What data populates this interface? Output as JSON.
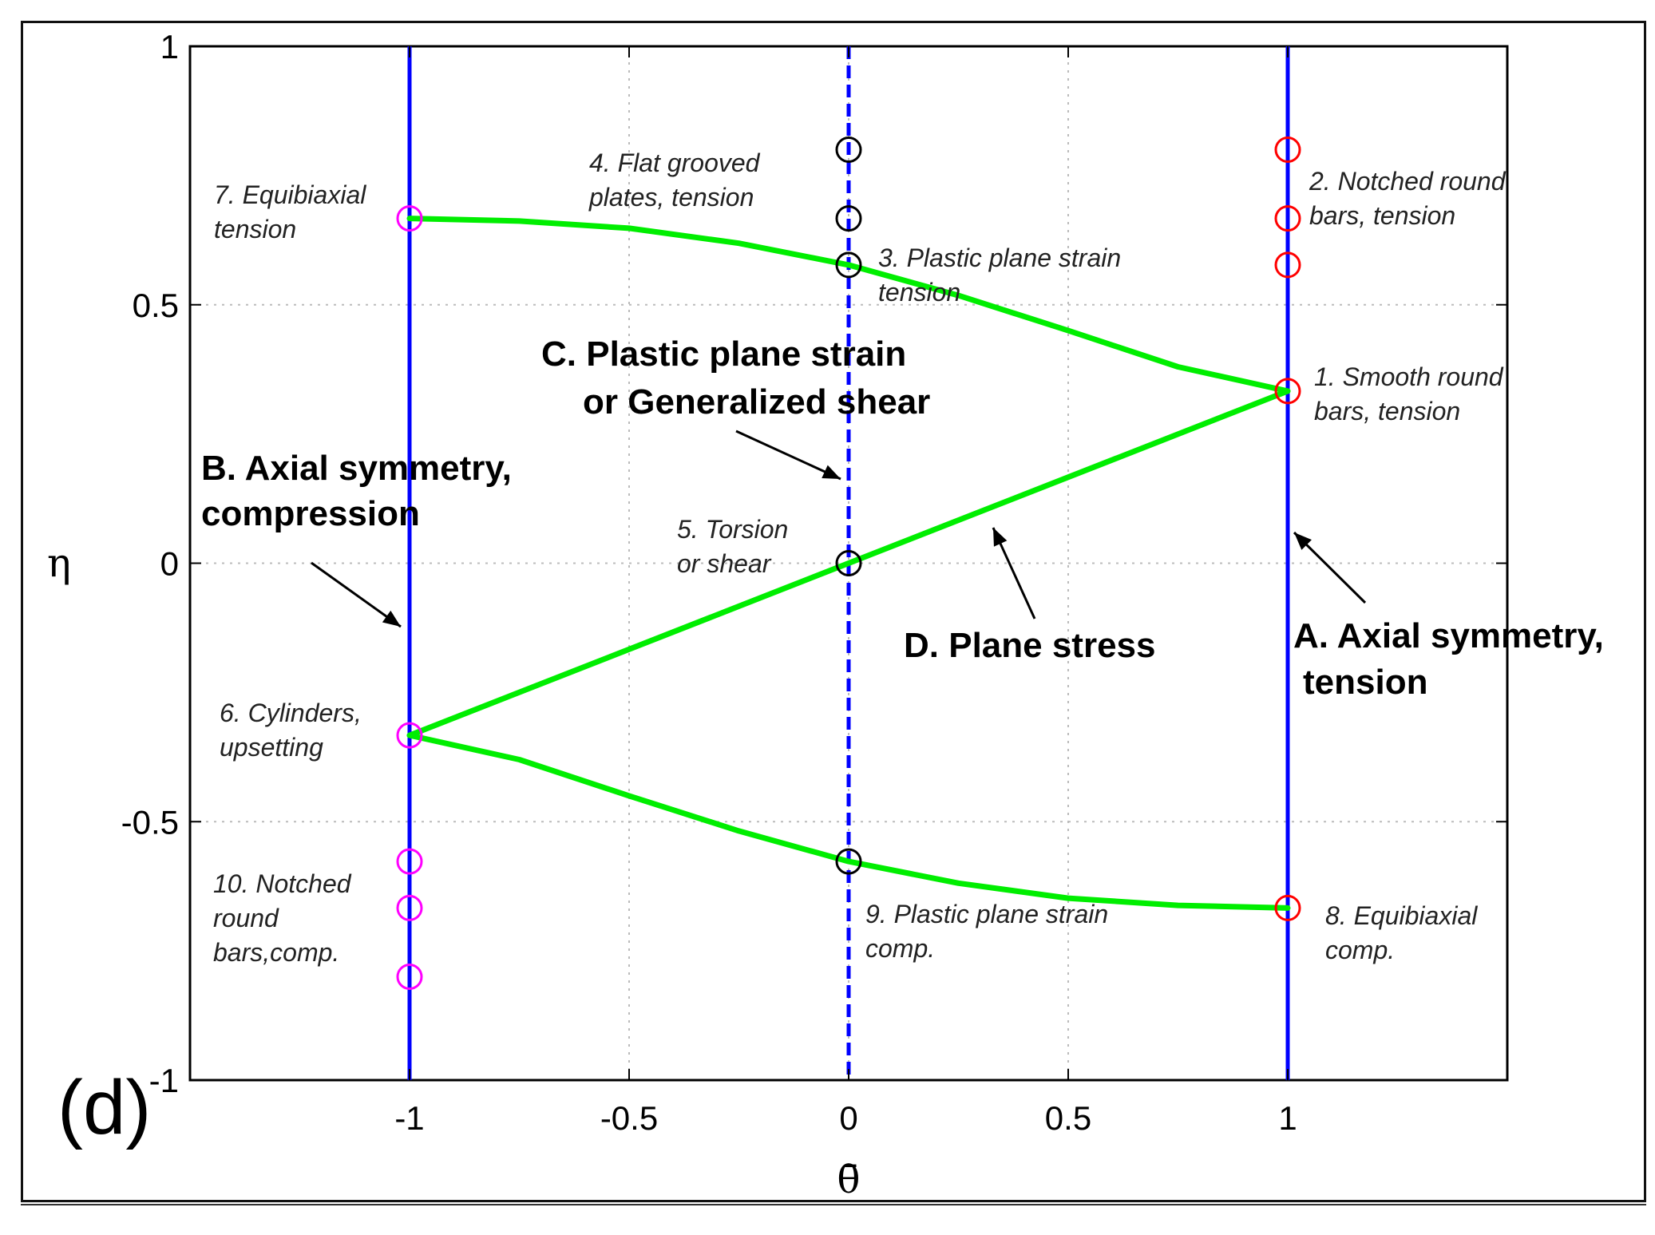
{
  "chart_data": {
    "type": "line",
    "panel_label": "(d)",
    "xlabel": "θ̄",
    "ylabel": "η",
    "xlim": [
      -1.5,
      1.5
    ],
    "ylim": [
      -1,
      1
    ],
    "x_ticks": [
      -1,
      -0.5,
      0,
      0.5,
      1
    ],
    "y_ticks": [
      1,
      0.5,
      0,
      -0.5,
      -1
    ],
    "x_tick_labels": [
      "-1",
      "-0.5",
      "0",
      "0.5",
      "1"
    ],
    "y_tick_labels": [
      "1",
      "0.5",
      "0",
      "-0.5",
      "-1"
    ],
    "grid": true,
    "colors": {
      "axial": "#0000ff",
      "plane_stress": "#00ee00",
      "red_marker": "#ff0000",
      "magenta_marker": "#ff00ff",
      "black_marker": "#000000"
    },
    "vertical_lines": [
      {
        "x": -1,
        "style": "solid",
        "color": "#0000ff"
      },
      {
        "x": 0,
        "style": "dashed",
        "color": "#0000ff"
      },
      {
        "x": 1,
        "style": "solid",
        "color": "#0000ff"
      }
    ],
    "plane_stress_curves": [
      {
        "x": [
          -1,
          -0.75,
          -0.5,
          -0.25,
          0,
          0.25,
          0.5,
          0.75,
          1
        ],
        "y": [
          0.667,
          0.662,
          0.648,
          0.619,
          0.577,
          0.518,
          0.45,
          0.38,
          0.333
        ]
      },
      {
        "x": [
          -1,
          1
        ],
        "y": [
          -0.333,
          0.333
        ]
      },
      {
        "x": [
          -1,
          -0.75,
          -0.5,
          -0.25,
          0,
          0.25,
          0.5,
          0.75,
          1
        ],
        "y": [
          -0.333,
          -0.38,
          -0.45,
          -0.518,
          -0.577,
          -0.619,
          -0.648,
          -0.662,
          -0.667
        ]
      }
    ],
    "markers": [
      {
        "x": 1,
        "y": 0.333,
        "color": "red"
      },
      {
        "x": 1,
        "y": 0.577,
        "color": "red"
      },
      {
        "x": 1,
        "y": 0.667,
        "color": "red"
      },
      {
        "x": 1,
        "y": 0.8,
        "color": "red"
      },
      {
        "x": 1,
        "y": -0.667,
        "color": "red"
      },
      {
        "x": 0,
        "y": 0.8,
        "color": "black"
      },
      {
        "x": 0,
        "y": 0.667,
        "color": "black"
      },
      {
        "x": 0,
        "y": 0.577,
        "color": "black"
      },
      {
        "x": 0,
        "y": 0,
        "color": "black"
      },
      {
        "x": 0,
        "y": -0.577,
        "color": "black"
      },
      {
        "x": -1,
        "y": 0.667,
        "color": "magenta"
      },
      {
        "x": -1,
        "y": -0.333,
        "color": "magenta"
      },
      {
        "x": -1,
        "y": -0.577,
        "color": "magenta"
      },
      {
        "x": -1,
        "y": -0.667,
        "color": "magenta"
      },
      {
        "x": -1,
        "y": -0.8,
        "color": "magenta"
      }
    ],
    "annotations_italic": [
      [
        "4. Flat grooved",
        "plates, tension"
      ],
      [
        "7. Equibiaxial",
        "tension"
      ],
      [
        "2. Notched round",
        "bars, tension"
      ],
      [
        "3. Plastic plane strain",
        "tension"
      ],
      [
        "1. Smooth round",
        "bars, tension"
      ],
      [
        "5. Torsion",
        "or shear"
      ],
      [
        "6. Cylinders,",
        "upsetting"
      ],
      [
        "10. Notched",
        "round",
        "bars,comp."
      ],
      [
        "9. Plastic plane strain",
        "comp."
      ],
      [
        "8. Equibiaxial",
        "comp."
      ]
    ],
    "annotations_bold": [
      [
        "C. Plastic plane strain",
        "or Generalized shear"
      ],
      [
        "B. Axial symmetry,",
        "compression"
      ],
      [
        "D. Plane stress"
      ],
      [
        "A. Axial symmetry,",
        "tension"
      ]
    ]
  }
}
